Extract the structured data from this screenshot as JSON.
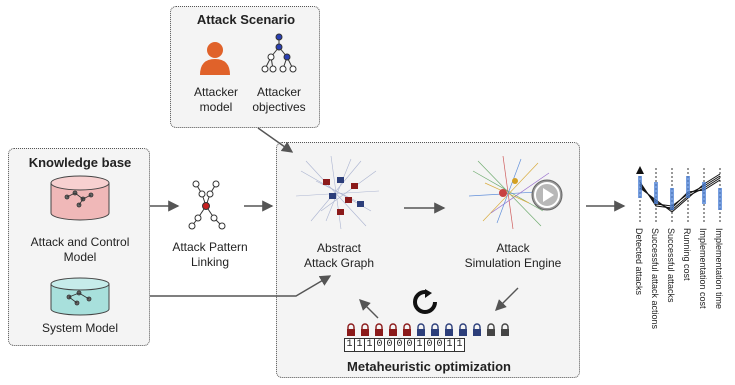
{
  "attack_scenario": {
    "title": "Attack Scenario",
    "attacker_model": "Attacker\nmodel",
    "attacker_objectives": "Attacker\nobjectives"
  },
  "knowledge_base": {
    "title": "Knowledge base",
    "acm": "Attack and Control\nModel",
    "system_model": "System Model"
  },
  "linking": {
    "label": "Attack Pattern\nLinking"
  },
  "main": {
    "abstract_graph": "Abstract\nAttack Graph",
    "sim_engine": "Attack\nSimulation Engine",
    "meta": "Metaheuristic optimization",
    "bits": [
      "1",
      "1",
      "1",
      "0",
      "0",
      "0",
      "0",
      "1",
      "0",
      "0",
      "1",
      "1"
    ],
    "lock_colors": [
      "#8b1a1a",
      "#8b1a1a",
      "#8b1a1a",
      "#8b1a1a",
      "#8b1a1a",
      "#2c3e7a",
      "#2c3e7a",
      "#2c3e7a",
      "#2c3e7a",
      "#2c3e7a",
      "#444",
      "#444"
    ]
  },
  "result_axes": [
    "Detected attacks",
    "Successful attack actions",
    "Successful attacks",
    "Running cost",
    "Implementation cost",
    "Implementation time"
  ],
  "colors": {
    "accent": "#4a7fd6",
    "attacker": "#e0622a",
    "node_red": "#c62020"
  }
}
